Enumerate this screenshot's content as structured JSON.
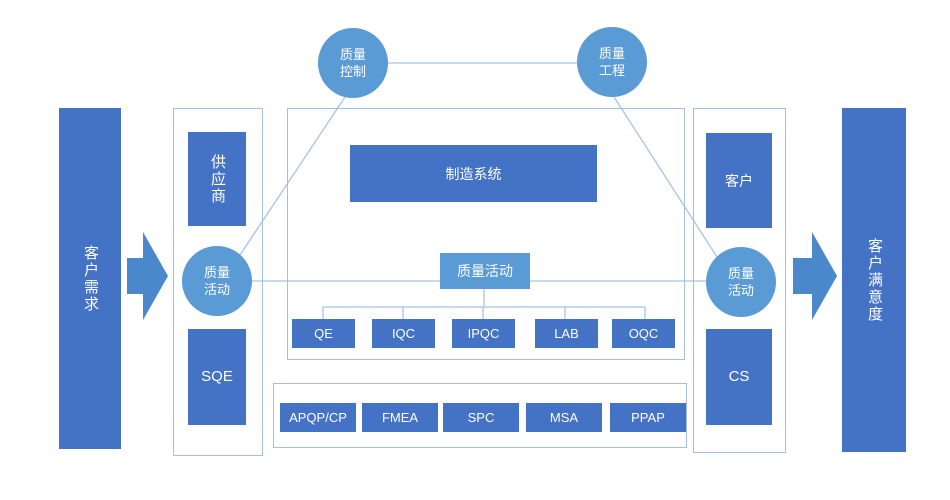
{
  "colors": {
    "box_fill": "#4472C4",
    "circle_fill": "#5B9BD5",
    "activity_label_fill": "#5B9BD5",
    "arrow_fill": "#4B87CB",
    "connector_line": "#A6C3E8",
    "panel_border": "#A6BFDF",
    "text": "#FFFFFF"
  },
  "flow": {
    "input_label": "客户需求",
    "output_label": "客户满意度"
  },
  "circles": {
    "quality_control": "质量\n控制",
    "quality_engineering": "质量\n工程",
    "supplier_activity": "质量\n活动",
    "customer_activity": "质量\n活动"
  },
  "supplier_panel": {
    "supplier_label": "供应商",
    "sqe_label": "SQE"
  },
  "customer_panel": {
    "customer_label": "客户",
    "cs_label": "CS"
  },
  "manufacturing_panel": {
    "system_label": "制造系统",
    "activity_label": "质量活动",
    "departments": [
      "QE",
      "IQC",
      "IPQC",
      "LAB",
      "OQC"
    ]
  },
  "tools_panel": {
    "tools": [
      "APQP/CP",
      "FMEA",
      "SPC",
      "MSA",
      "PPAP"
    ]
  }
}
